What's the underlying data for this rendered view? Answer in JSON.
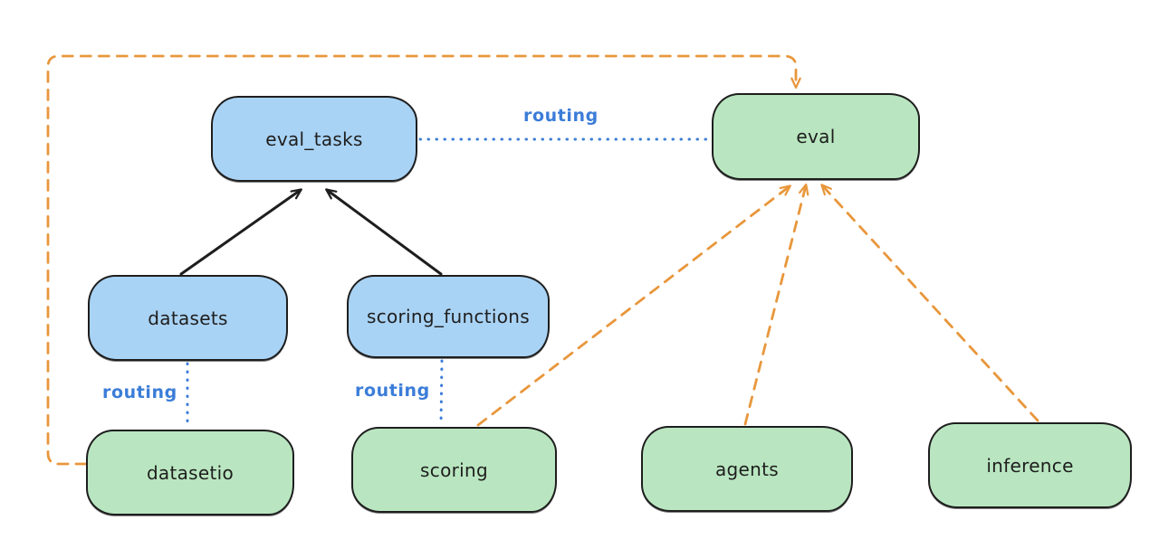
{
  "diagram": {
    "background_color": "#ffffff",
    "colors": {
      "node_border": "#1e1e1e",
      "blue_node_fill": "#a9d3f5",
      "green_node_fill": "#b9e6c0",
      "routing_link_blue": "#3b7dd8",
      "dashed_arrow_orange": "#e8973c",
      "solid_arrow_black": "#1e1e1e"
    },
    "nodes": [
      {
        "id": "eval_tasks",
        "label": "eval_tasks",
        "color": "blue"
      },
      {
        "id": "eval",
        "label": "eval",
        "color": "green"
      },
      {
        "id": "datasets",
        "label": "datasets",
        "color": "blue"
      },
      {
        "id": "scoring_functions",
        "label": "scoring_functions",
        "color": "blue"
      },
      {
        "id": "datasetio",
        "label": "datasetio",
        "color": "green"
      },
      {
        "id": "scoring",
        "label": "scoring",
        "color": "green"
      },
      {
        "id": "agents",
        "label": "agents",
        "color": "green"
      },
      {
        "id": "inference",
        "label": "inference",
        "color": "green"
      }
    ],
    "edges": [
      {
        "from": "datasets",
        "to": "eval_tasks",
        "style": "solid-black-arrow",
        "label": ""
      },
      {
        "from": "scoring_functions",
        "to": "eval_tasks",
        "style": "solid-black-arrow",
        "label": ""
      },
      {
        "from": "eval_tasks",
        "to": "eval",
        "style": "dotted-blue",
        "label": "routing"
      },
      {
        "from": "datasets",
        "to": "datasetio",
        "style": "dotted-blue",
        "label": "routing"
      },
      {
        "from": "scoring_functions",
        "to": "scoring",
        "style": "dotted-blue",
        "label": "routing"
      },
      {
        "from": "scoring",
        "to": "eval",
        "style": "dashed-orange-arrow",
        "label": ""
      },
      {
        "from": "agents",
        "to": "eval",
        "style": "dashed-orange-arrow",
        "label": ""
      },
      {
        "from": "inference",
        "to": "eval",
        "style": "dashed-orange-arrow",
        "label": ""
      },
      {
        "from": "datasetio",
        "to": "eval",
        "style": "dashed-orange-arrow-elbow",
        "label": ""
      }
    ]
  }
}
